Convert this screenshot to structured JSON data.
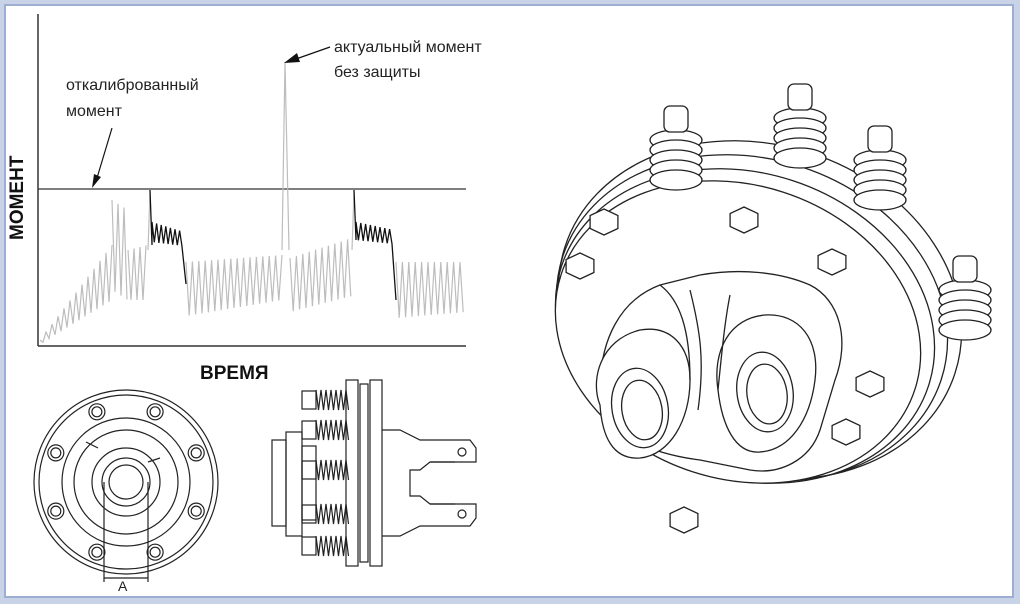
{
  "labels": {
    "calibrated_line1": "откалиброванный",
    "calibrated_line2": "момент",
    "actual_line1": "актуальный момент",
    "actual_line2": "без защиты",
    "y_axis": "МОМЕНТ",
    "x_axis": "ВРЕМЯ",
    "dimension_a": "A"
  },
  "colors": {
    "frame_border": "#9eaed2",
    "page_bg": "#c9d3e8",
    "signal_gray": "#bdbdbd",
    "signal_black": "#111111"
  }
}
